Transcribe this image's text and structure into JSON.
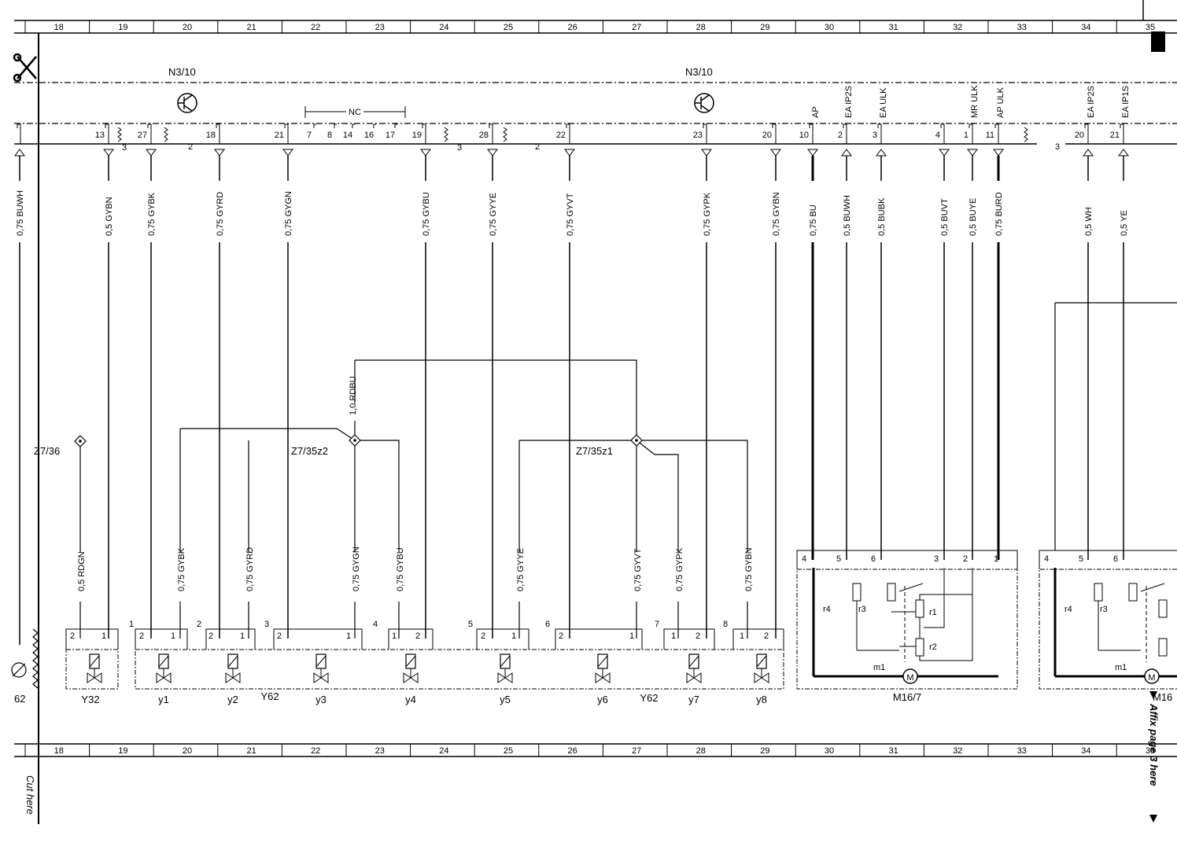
{
  "grid_columns": [
    "18",
    "19",
    "20",
    "21",
    "22",
    "23",
    "24",
    "25",
    "26",
    "27",
    "28",
    "29",
    "30",
    "31",
    "32",
    "33",
    "34",
    "35"
  ],
  "control_unit": {
    "left_label": "N3/10",
    "right_label": "N3/10",
    "nc_label": "NC",
    "nc_pins": [
      "7",
      "8",
      "14",
      "16",
      "17"
    ],
    "signals": [
      "AP",
      "EA IP2S",
      "EA ULK",
      "MR ULK",
      "AP ULK",
      "EA IP2S",
      "EA IP1S"
    ]
  },
  "connector_groups": [
    "3",
    "2",
    "3",
    "2",
    "3"
  ],
  "connector_pins": [
    "13",
    "27",
    "18",
    "21",
    "19",
    "28",
    "22",
    "23",
    "20",
    "10",
    "2",
    "3",
    "4",
    "1",
    "11",
    "20",
    "21"
  ],
  "wires_top": [
    "0,75 BUWH",
    "0,5 GYBN",
    "0,75 GYBK",
    "0,75 GYRD",
    "0,75 GYGN",
    "0,75 GYBU",
    "0,75 GYYE",
    "0,75 GYVT",
    "0,75 GYPK",
    "0,75 GYBN",
    "0,75 BU",
    "0,5 BUWH",
    "0,5 BUBK",
    "0,5 BUVT",
    "0,5 BUYE",
    "0,75 BURD",
    "0,5 WH",
    "0,5 YE"
  ],
  "wires_bottom": [
    "0,5 RDGN",
    "0,75 GYBK",
    "0,75 GYRD",
    "0,75 GYGN",
    "0,75 GYBU",
    "0,75 GYYE",
    "0,75 GYVT",
    "0,75 GYPK",
    "0,75 GYBN"
  ],
  "splices": [
    "Z7/36",
    "Z7/35z2",
    "Z7/35z1"
  ],
  "feed_wire": "1,0 RDBU",
  "valve_groups": [
    "1",
    "2",
    "3",
    "4",
    "5",
    "6",
    "7",
    "8"
  ],
  "valve_pins": [
    "2",
    "1"
  ],
  "valves": [
    "y1",
    "y2",
    "y3",
    "y4",
    "y5",
    "y6",
    "y7",
    "y8"
  ],
  "components": {
    "y32": "Y32",
    "y62a": "Y62",
    "y62b": "Y62",
    "motor": "M16/7",
    "motor_cut": "M16",
    "left_cut": "62"
  },
  "motor_pins": [
    "4",
    "5",
    "6",
    "3",
    "2",
    "1"
  ],
  "motor_pins_right": [
    "4",
    "5",
    "6"
  ],
  "motor_parts": [
    "r4",
    "r3",
    "r1",
    "r2",
    "m1"
  ],
  "motor_parts_right": [
    "r4",
    "r3",
    "m1"
  ],
  "motor_symbol": "M",
  "side_notes": {
    "cut": "Cut here",
    "affix": "Affix page 3 here"
  }
}
